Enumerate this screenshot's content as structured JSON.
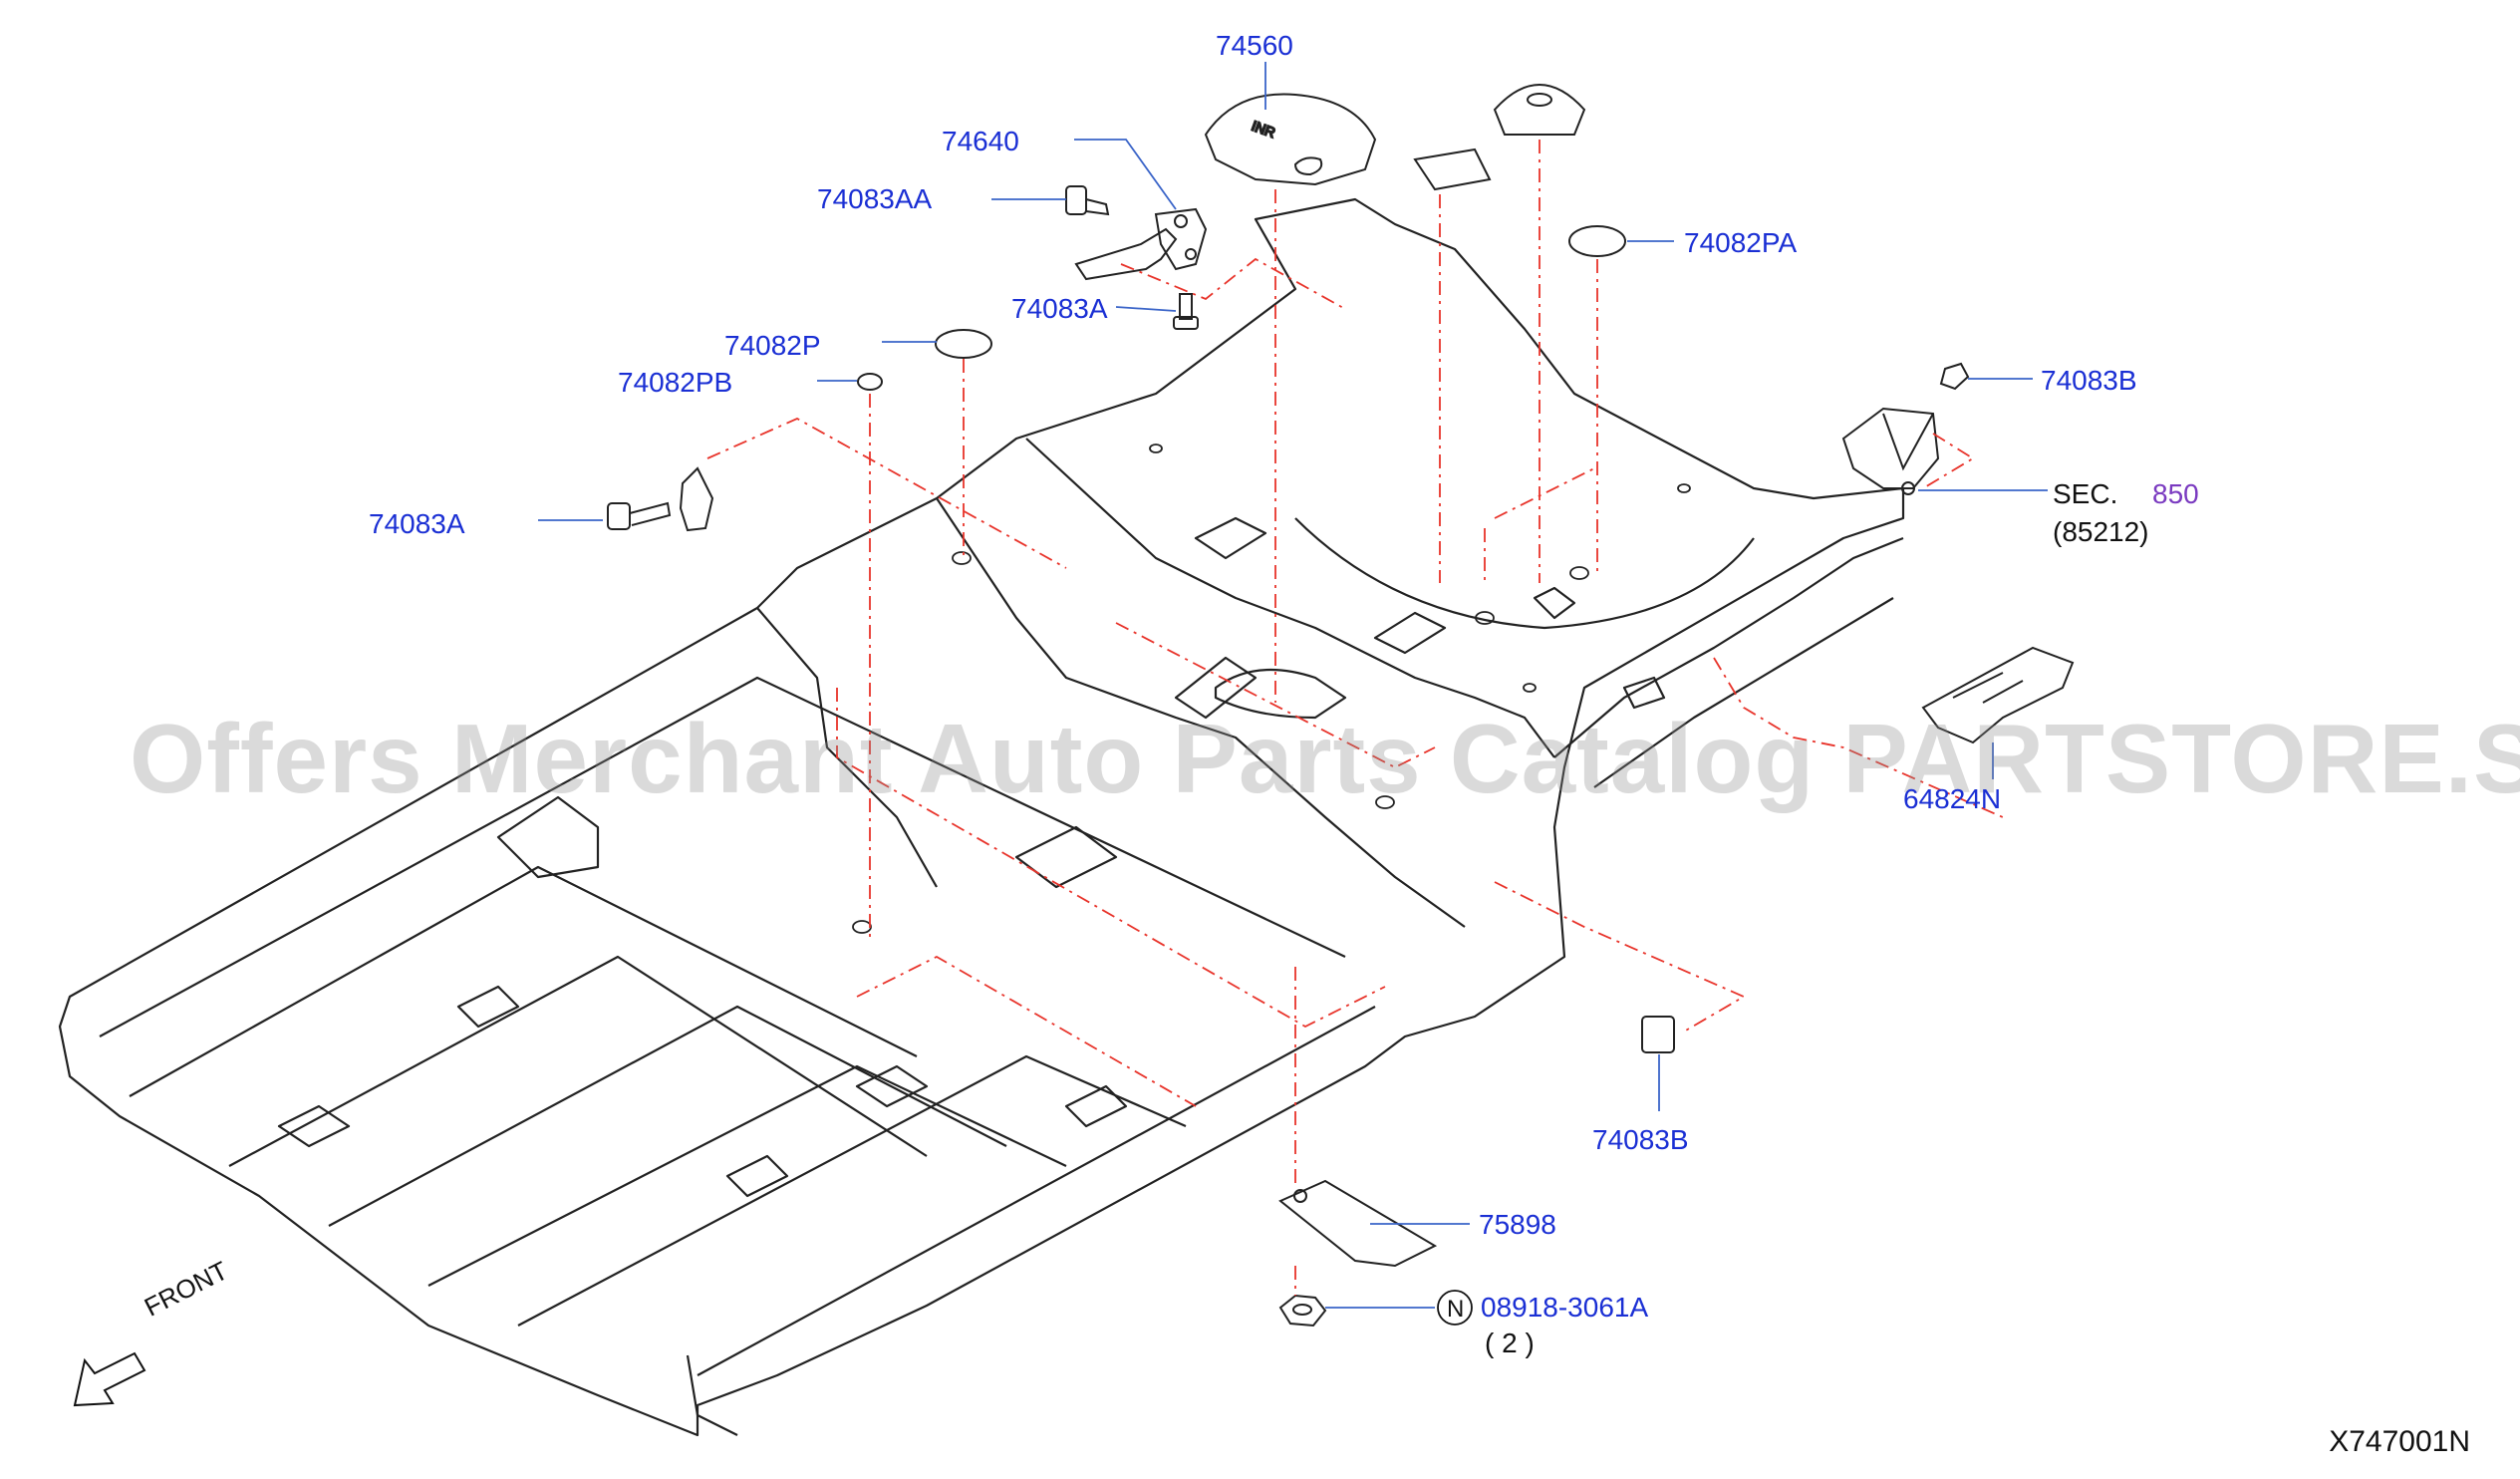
{
  "labels": {
    "p74560": "74560",
    "p74640": "74640",
    "p74083AA": "74083AA",
    "p74083A_top": "74083A",
    "p74082PA": "74082PA",
    "p74082P": "74082P",
    "p74082PB": "74082PB",
    "p74083A_left": "74083A",
    "p74083B_top": "74083B",
    "sec_text": "SEC.",
    "sec_num": "850",
    "sec_sub": "(85212)",
    "p64824N": "64824N",
    "p74083B_bottom": "74083B",
    "p75898": "75898",
    "p08918": "08918-3061A",
    "qty": "( 2 )",
    "nut_marker": "N"
  },
  "front_label": "FRONT",
  "diagram_code": "X747001N",
  "watermark": "Offers Merchant Auto Parts Catalog PARTSTORE.SA",
  "colors": {
    "leader_blue": "#3a64c8",
    "part_number_blue": "#1a2fd4",
    "dash_red": "#e8332a",
    "outline": "#222222",
    "sec_purple": "#7a3ac0"
  }
}
